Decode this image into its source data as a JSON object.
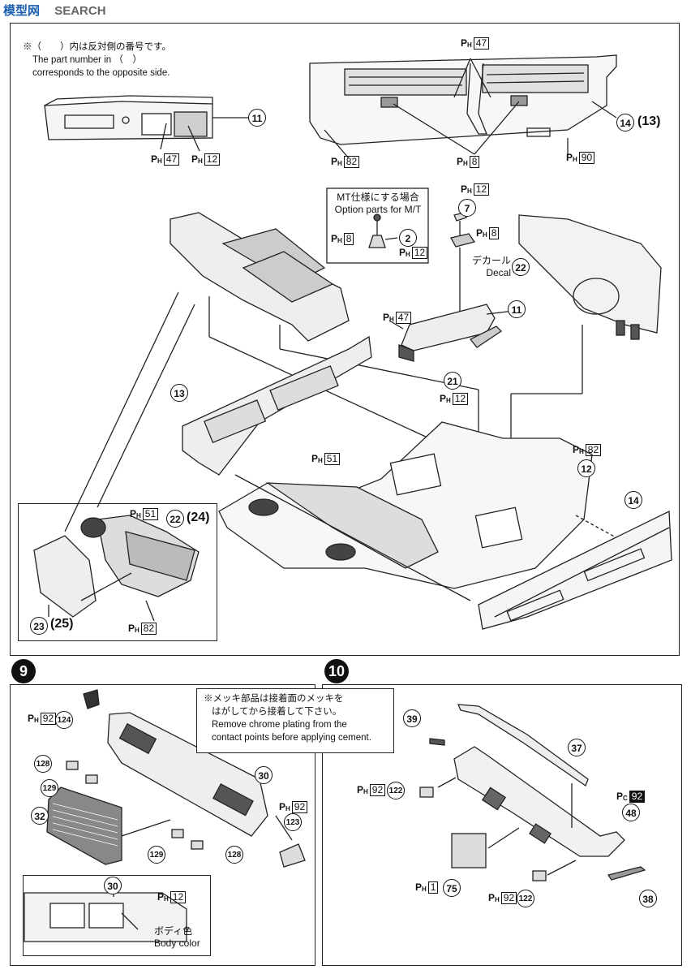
{
  "watermark": {
    "brand_text": "SEARCH",
    "logo_text": "模型网"
  },
  "note_opposite": {
    "jp": "※（　　）内は反対側の番号です。",
    "en1": "The part number in （　）",
    "en2": "corresponds to the opposite side."
  },
  "mt_option": {
    "jp": "MT仕様にする場合",
    "en": "Option parts for M/T"
  },
  "decal": {
    "jp": "デカール",
    "en": "Decal"
  },
  "chrome_note": {
    "jp1": "※メッキ部品は接着面のメッキを",
    "jp2": "はがしてから接着して下さい。",
    "en1": "Remove chrome plating from the",
    "en2": "contact points before applying cement."
  },
  "body_color": {
    "jp": "ボディ色",
    "en": "Body color"
  },
  "steps": {
    "s9": "9",
    "s10": "10"
  },
  "ph_prefix": "P",
  "ph_sub": "H",
  "pc_sub": "C",
  "paint_codes": {
    "c47": "47",
    "c12": "12",
    "c82": "82",
    "c8": "8",
    "c90": "90",
    "c51": "51",
    "c92": "92",
    "c1": "1"
  },
  "parts": {
    "p11": "11",
    "p14": "14",
    "p13": "(13)",
    "p7": "7",
    "p2": "2",
    "p22": "22",
    "p21": "21",
    "p13b": "13",
    "p12": "12",
    "p14b": "14",
    "p22s": "22",
    "p24": "(24)",
    "p23": "23",
    "p25": "(25)",
    "p124": "124",
    "p128a": "128",
    "p129a": "129",
    "p30": "30",
    "p32": "32",
    "p123": "123",
    "p129b": "129",
    "p128b": "128",
    "p30b": "30",
    "p39": "39",
    "p37": "37",
    "p122a": "122",
    "p48": "48",
    "p75": "75",
    "p122b": "122",
    "p38": "38"
  }
}
